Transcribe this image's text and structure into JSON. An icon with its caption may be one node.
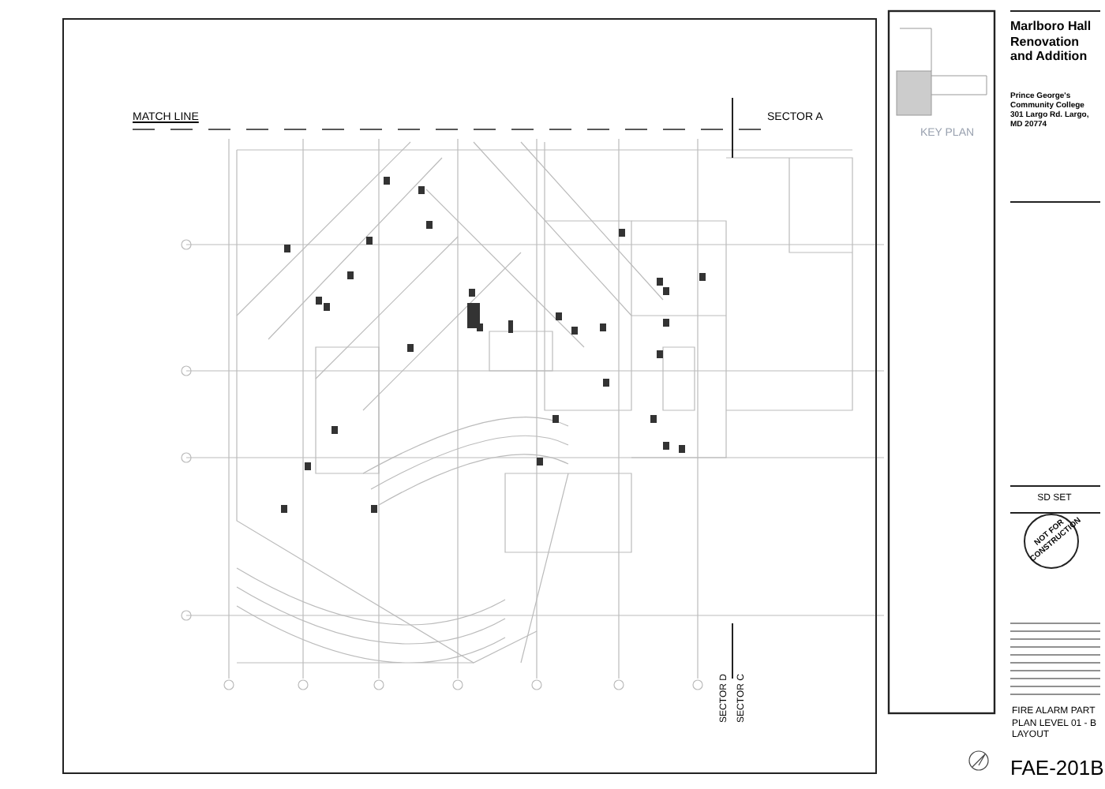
{
  "diagram": {
    "title": "Marlboro Hall Renovation and Addition",
    "labels": [
      "MATCH LINE",
      "SECTOR A",
      "KEY PLAN",
      "Prince George's Community College 301 Largo Rd. Largo, MD 20774",
      "SD SET",
      "NOT FOR CONSTRUCTION",
      "SECTOR D",
      "SECTOR C",
      "FIRE ALARM PART PLAN LEVEL 01 - B LAYOUT",
      "FAE-201B"
    ]
  }
}
